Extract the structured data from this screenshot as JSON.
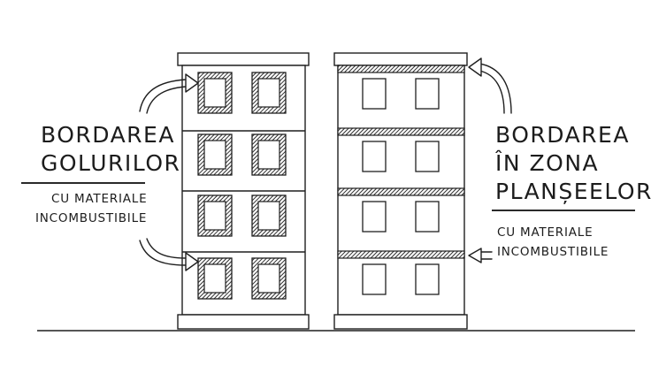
{
  "left_label": {
    "title_lines": [
      "BORDAREA",
      "GOLURILOR"
    ],
    "subtitle_lines": [
      "CU MATERIALE",
      "INCOMBUSTIBILE"
    ]
  },
  "right_label": {
    "title_lines": [
      "BORDAREA",
      "ÎN ZONA",
      "PLANȘEELOR"
    ],
    "subtitle_lines": [
      "CU MATERIALE",
      "INCOMBUSTIBILE"
    ]
  },
  "colors": {
    "line": "#1f1f1f",
    "hatch": "#2b2b2b",
    "fill": "#ffffff"
  }
}
